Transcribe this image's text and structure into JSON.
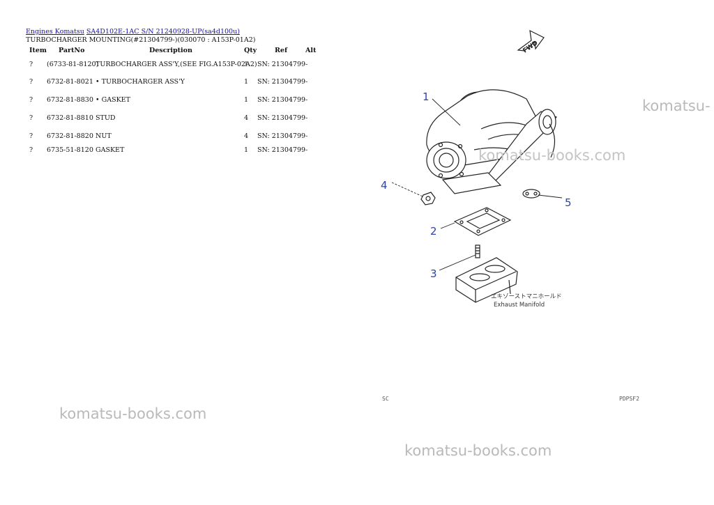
{
  "breadcrumb": {
    "link1": "Engines Komatsu",
    "link2": "SA4D102E-1AC S/N 21240928-UP(sa4d100u)"
  },
  "subtitle": "TURBOCHARGER MOUNTING(#21304799-)(030070 : A153P-01A2)",
  "table": {
    "headers": {
      "item": "Item",
      "partno": "PartNo",
      "description": "Description",
      "qty": "Qty",
      "ref": "Ref",
      "alt": "Alt"
    },
    "rows": [
      {
        "item": "?",
        "partno": "(6733-81-8120)",
        "description": "TURBOCHARGER ASS'Y,(SEE FIG.A153P-02A2)",
        "qty": "1",
        "ref": "SN: 21304799-"
      },
      {
        "item": "?",
        "partno": "6732-81-8021",
        "description": "• TURBOCHARGER ASS'Y",
        "qty": "1",
        "ref": "SN: 21304799-"
      },
      {
        "item": "?",
        "partno": "6732-81-8830",
        "description": "• GASKET",
        "qty": "1",
        "ref": "SN: 21304799-"
      },
      {
        "item": "?",
        "partno": "6732-81-8810",
        "description": "STUD",
        "qty": "4",
        "ref": "SN: 21304799-"
      },
      {
        "item": "?",
        "partno": "6732-81-8820",
        "description": "NUT",
        "qty": "4",
        "ref": "SN: 21304799-"
      },
      {
        "item": "?",
        "partno": "6735-51-8120",
        "description": "GASKET",
        "qty": "1",
        "ref": "SN: 21304799-"
      }
    ]
  },
  "diagram": {
    "callouts": [
      "1",
      "2",
      "3",
      "4",
      "5"
    ],
    "fwd": "FWD",
    "jp_label": "エキゾーストマニホールド",
    "en_label": "Exhaust Manifold",
    "corner_left": "SC",
    "corner_right": "PDPSF2"
  },
  "watermarks": {
    "top_right": "komatsu-",
    "middle": "komatsu-books.com",
    "bottom_left": "komatsu-books.com",
    "bottom_right": "komatsu-books.com"
  }
}
